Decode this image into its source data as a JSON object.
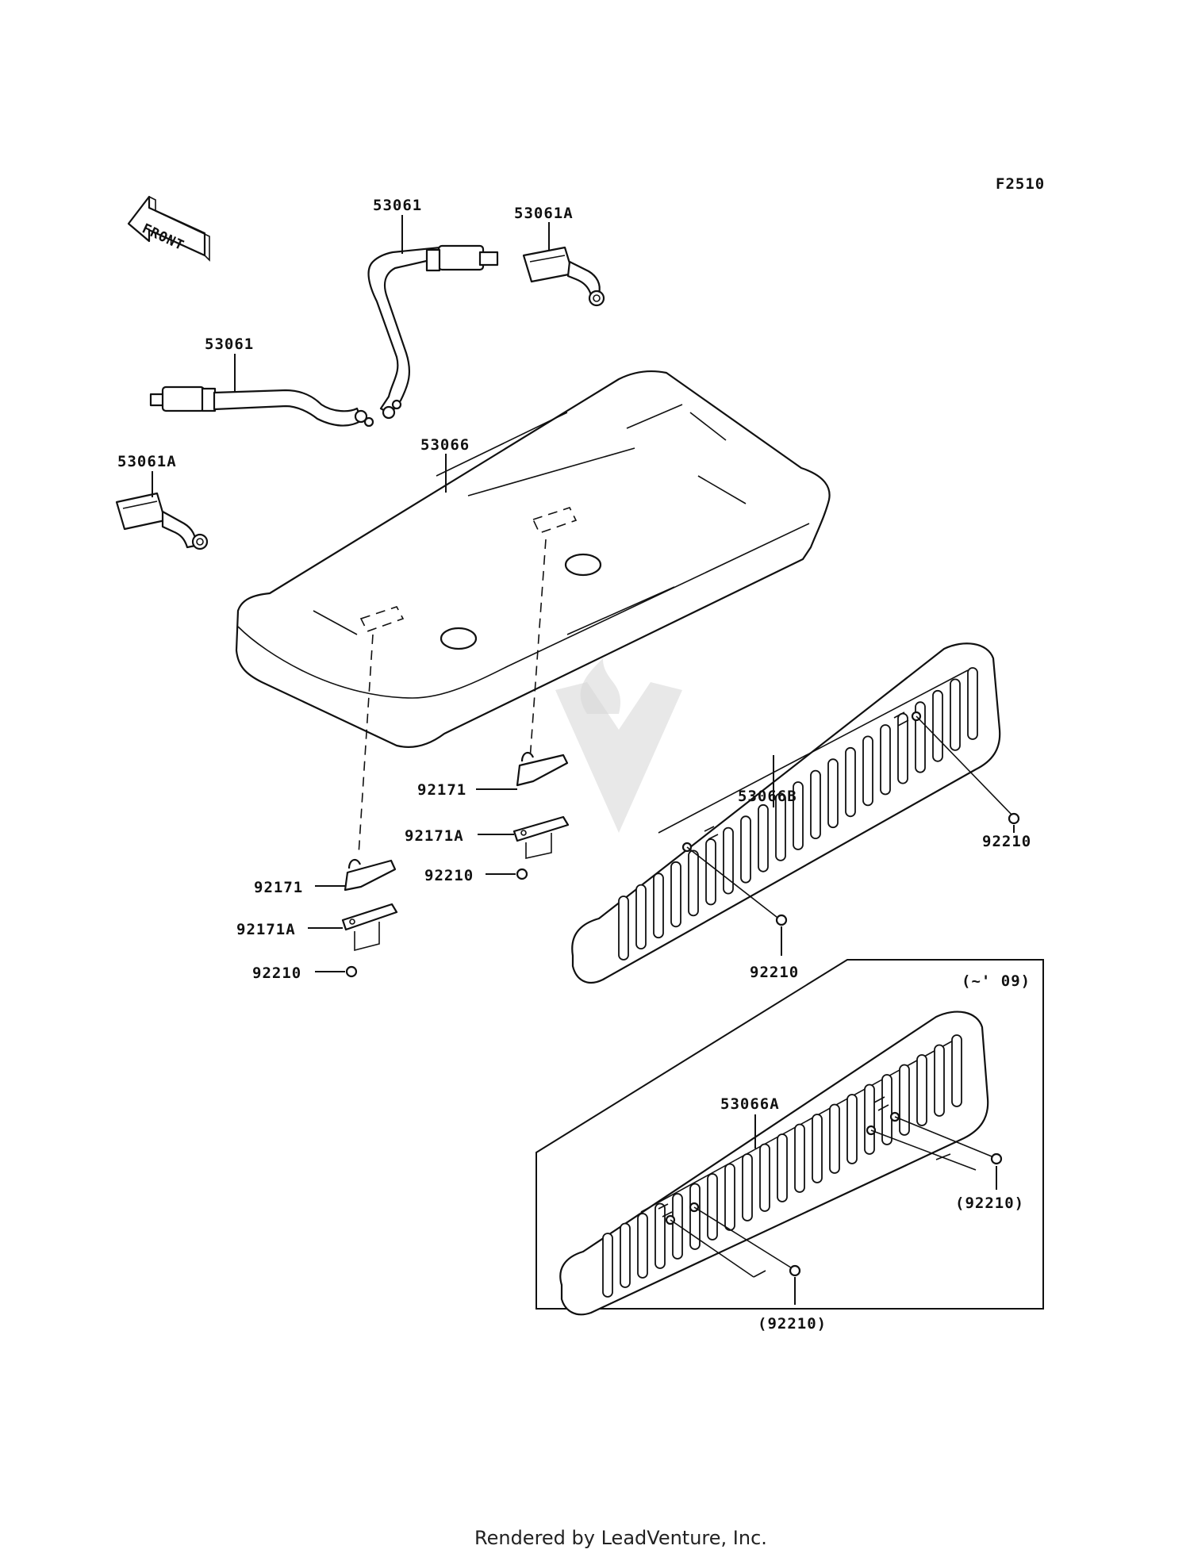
{
  "diagram": {
    "figure_code": "F2510",
    "front_label": "FRONT",
    "variant_note": "(~' 09)",
    "footer": "Rendered by LeadVenture, Inc.",
    "colors": {
      "line": "#111111",
      "background": "#ffffff",
      "watermark": "#d6d6d6"
    }
  },
  "callouts": {
    "belt_upper": "53061",
    "buckle_upper": "53061A",
    "belt_left": "53061",
    "buckle_left": "53061A",
    "seat": "53066",
    "cover": "53066B",
    "cover_alt": "53066A",
    "bracket_center": "92171",
    "plate_center": "92171A",
    "nut_center": "92210",
    "bracket_left": "92171",
    "plate_left": "92171A",
    "nut_left": "92210",
    "nut_cover_right": "92210",
    "nut_cover_mid": "92210",
    "nut_alt_right": "(92210)",
    "nut_alt_mid": "(92210)"
  }
}
